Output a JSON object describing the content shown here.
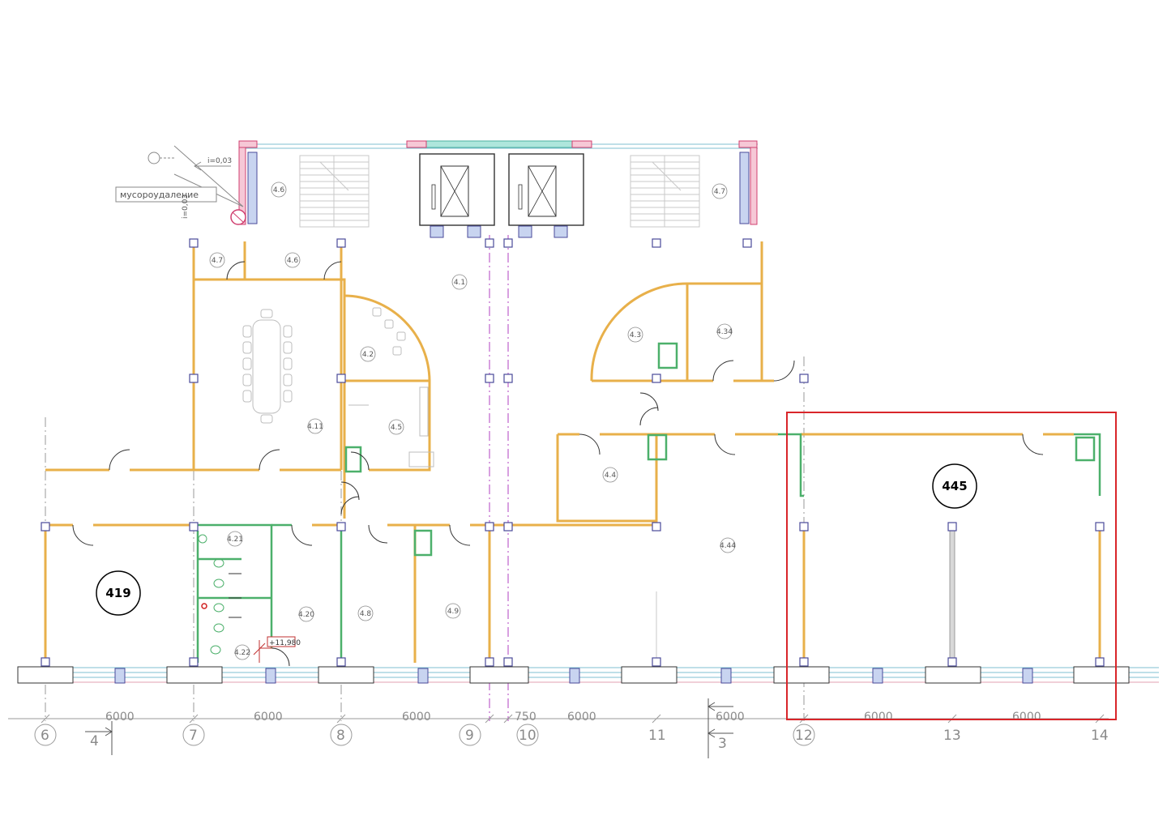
{
  "plan": {
    "trash_label": "мусороудаление",
    "slope_h": "i=0,03",
    "slope_v": "i=0,03",
    "elevation": "+11,980"
  },
  "rooms": [
    {
      "id": "r46a",
      "label": "4.6"
    },
    {
      "id": "r47a",
      "label": "4.7"
    },
    {
      "id": "r47",
      "label": "4.7"
    },
    {
      "id": "r46",
      "label": "4.6"
    },
    {
      "id": "r41",
      "label": "4.1"
    },
    {
      "id": "r42",
      "label": "4.2"
    },
    {
      "id": "r411",
      "label": "4.11"
    },
    {
      "id": "r45",
      "label": "4.5"
    },
    {
      "id": "r43",
      "label": "4.3"
    },
    {
      "id": "r434",
      "label": "4.34"
    },
    {
      "id": "r44",
      "label": "4.4"
    },
    {
      "id": "r444",
      "label": "4.44"
    },
    {
      "id": "r421",
      "label": "4.21"
    },
    {
      "id": "r420",
      "label": "4.20"
    },
    {
      "id": "r48",
      "label": "4.8"
    },
    {
      "id": "r49",
      "label": "4.9"
    },
    {
      "id": "r422",
      "label": "4.22"
    }
  ],
  "unit_markers": [
    {
      "id": "u419",
      "label": "419"
    },
    {
      "id": "u445",
      "label": "445"
    }
  ],
  "dimensions": [
    "6000",
    "6000",
    "6000",
    "750",
    "6000",
    "6000",
    "6000",
    "6000"
  ],
  "axes": [
    "6",
    "7",
    "8",
    "9",
    "10",
    "11",
    "12",
    "13",
    "14"
  ],
  "section_marks": [
    "4",
    "3"
  ],
  "highlight": {
    "color": "#d9252a"
  }
}
